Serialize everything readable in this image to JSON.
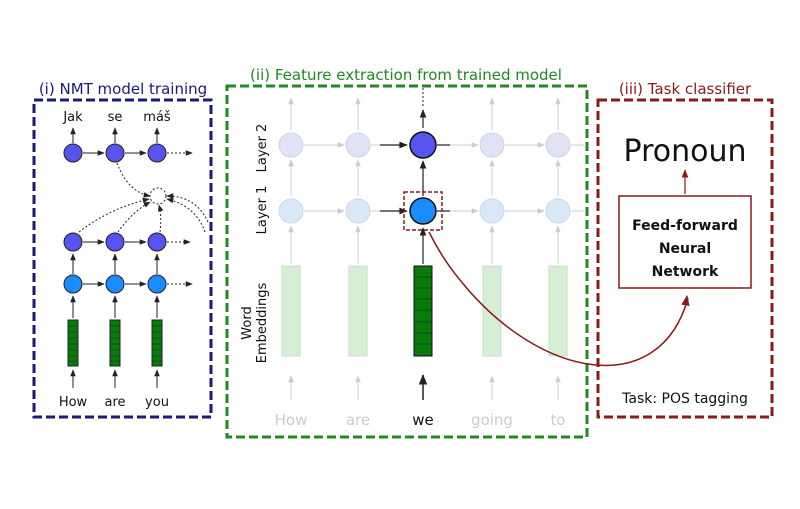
{
  "panels": {
    "nmt": {
      "title": "(i) NMT model training",
      "target_words": [
        "Jak",
        "se",
        "máš"
      ],
      "source_words": [
        "How",
        "are",
        "you"
      ]
    },
    "feature": {
      "title": "(ii) Feature extraction from trained model",
      "layer2_label": "Layer 2",
      "layer1_label": "Layer 1",
      "embeddings_label_line1": "Word",
      "embeddings_label_line2": "Embeddings",
      "words": [
        "How",
        "are",
        "we",
        "going",
        "to"
      ],
      "highlighted_index": 2
    },
    "classifier": {
      "title": "(iii) Task classifier",
      "output_label": "Pronoun",
      "ffnn_line1": "Feed-forward",
      "ffnn_line2": "Neural",
      "ffnn_line3": "Network",
      "task_label": "Task: POS tagging"
    }
  },
  "colors": {
    "nmt_frame": "#1a1a7a",
    "feature_frame": "#1f8a1f",
    "classifier_frame": "#8b1a1a",
    "layer2_node": "#5555ee",
    "layer1_node": "#1a8cff",
    "embedding": "#0a7a0a",
    "faded_layer2": "#e2e2f6",
    "faded_layer1": "#d8e8f6",
    "faded_embedding": "#d6eed6"
  }
}
